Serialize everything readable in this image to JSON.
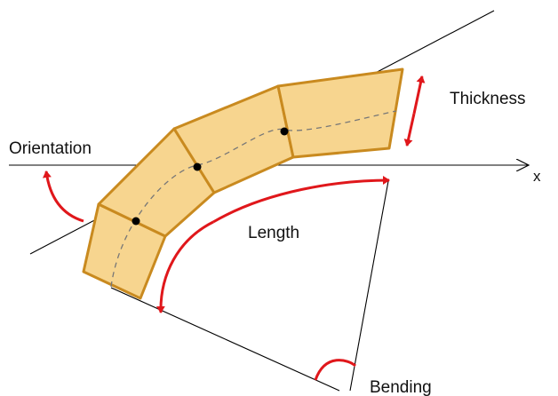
{
  "labels": {
    "orientation": "Orientation",
    "thickness": "Thickness",
    "length": "Length",
    "bending": "Bending",
    "x_axis": "x"
  },
  "colors": {
    "segment_fill": "#f7d58f",
    "segment_stroke": "#c98a1f",
    "arrow": "#e0171b",
    "line": "#000000",
    "centerline": "#777777"
  },
  "segments": 4,
  "joint_markers": 3
}
